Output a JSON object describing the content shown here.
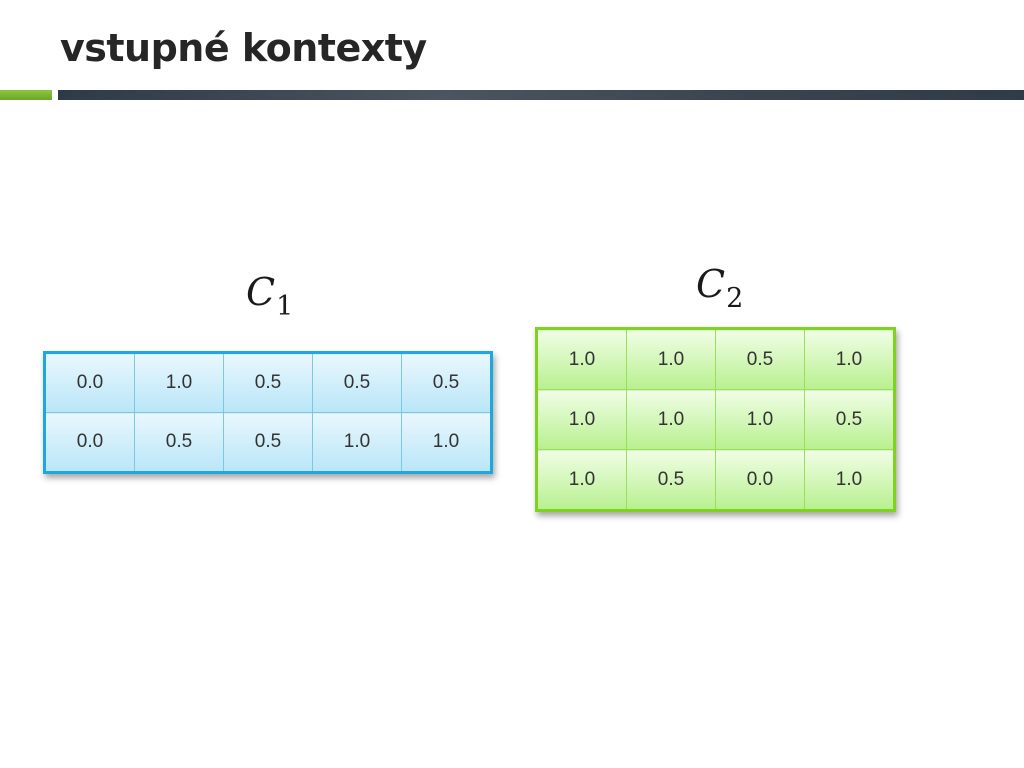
{
  "slide": {
    "title": "vstupné kontexty"
  },
  "matrices": [
    {
      "label": "C",
      "subscript": "1",
      "rows": [
        [
          "0.0",
          "1.0",
          "0.5",
          "0.5",
          "0.5"
        ],
        [
          "0.0",
          "0.5",
          "0.5",
          "1.0",
          "1.0"
        ]
      ],
      "color": "#1fa8e0"
    },
    {
      "label": "C",
      "subscript": "2",
      "rows": [
        [
          "1.0",
          "1.0",
          "0.5",
          "1.0"
        ],
        [
          "1.0",
          "1.0",
          "1.0",
          "0.5"
        ],
        [
          "1.0",
          "0.5",
          "0.0",
          "1.0"
        ]
      ],
      "color": "#7ed321"
    }
  ],
  "accent_colors": {
    "green": "#8cc63f",
    "dark": "#3a4550"
  }
}
